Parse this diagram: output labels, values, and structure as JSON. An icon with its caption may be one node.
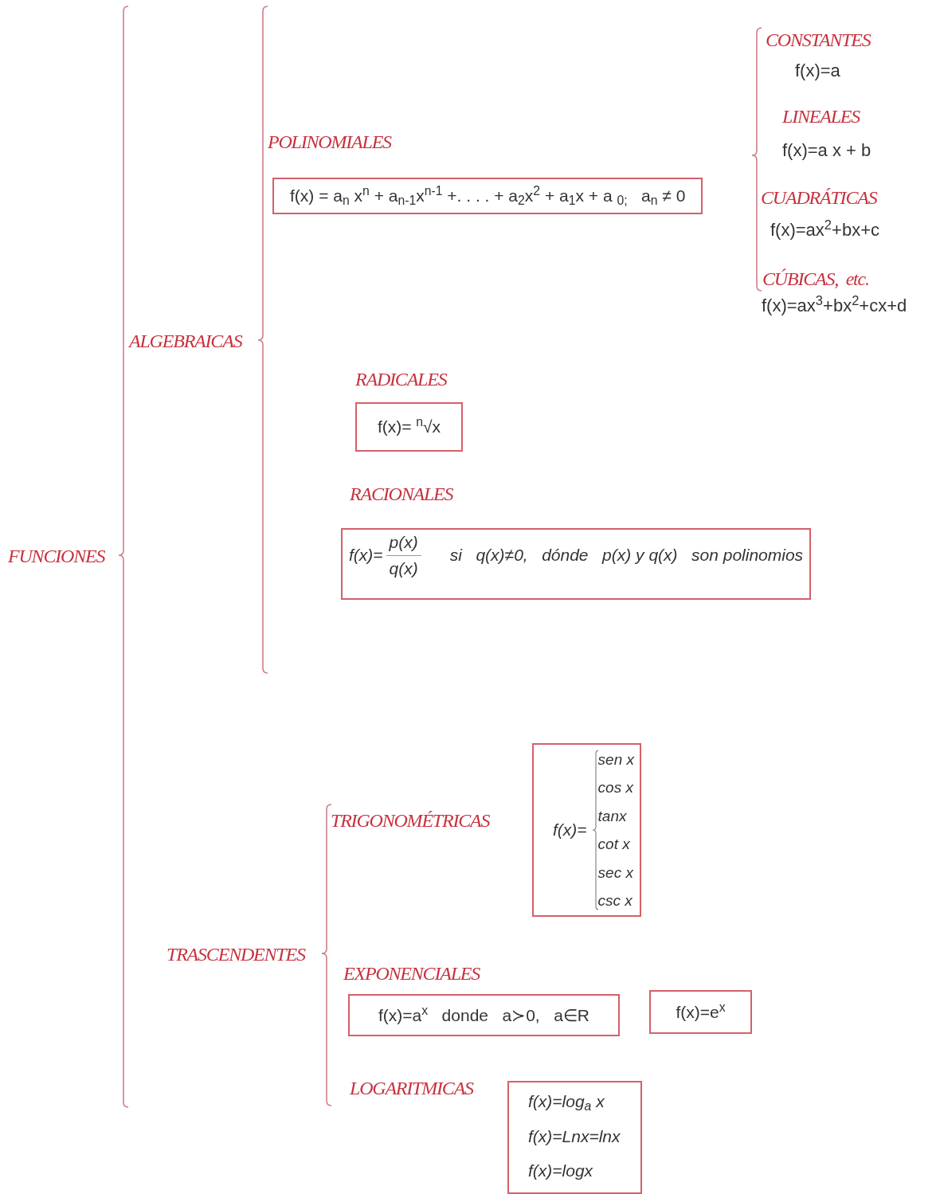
{
  "diagram": {
    "nodes": [
      {
        "text": [
          "f(x) = a$_{n}$ x$^{n}$ + a$_{n-1}$x$^{n-1}$ +. . . . + a$_{2}$x$^{2}$ + a$_{1}$x + a $_{0;}$   a$_{n}$ ≠ 0"
        ]
      },
      {
        "text": [
          "f(x)= $^{n}$√x"
        ]
      },
      {
        "text": [
          "f(x)=",
          "p(x)",
          "q(x)",
          "si   q(x)≠0,   dónde   p(x) y q(x)   son polinomios"
        ]
      },
      {
        "text": [
          "f(x)=",
          "sen x",
          "cos x",
          "tanx",
          "cot x",
          "sec x",
          "csc x"
        ]
      },
      {
        "text": [
          "f(x)=a$^{x}$   donde   a≻0,   a∈R"
        ]
      },
      {
        "text": [
          "f(x)=e$^{x}$"
        ]
      },
      {
        "text": [
          "f(x)=log$_{a}$ x",
          "f(x)=Lnx=lnx",
          "f(x)=logx"
        ]
      }
    ],
    "labels": [
      "FUNCIONES",
      "ALGEBRAICAS",
      "POLINOMIALES",
      "CONSTANTES",
      "f(x)=a",
      "LINEALES",
      "f(x)=a x + b",
      "CUADRÁTICAS",
      "f(x)=ax$^{2}$+bx+c",
      "CÚBICAS,  etc.",
      "f(x)=ax$^{3}$+bx$^{2}$+cx+d",
      "RADICALES",
      "RACIONALES",
      "TRASCENDENTES",
      "TRIGONOMÉTRICAS",
      "EXPONENCIALES",
      "LOGARITMICAS"
    ]
  }
}
